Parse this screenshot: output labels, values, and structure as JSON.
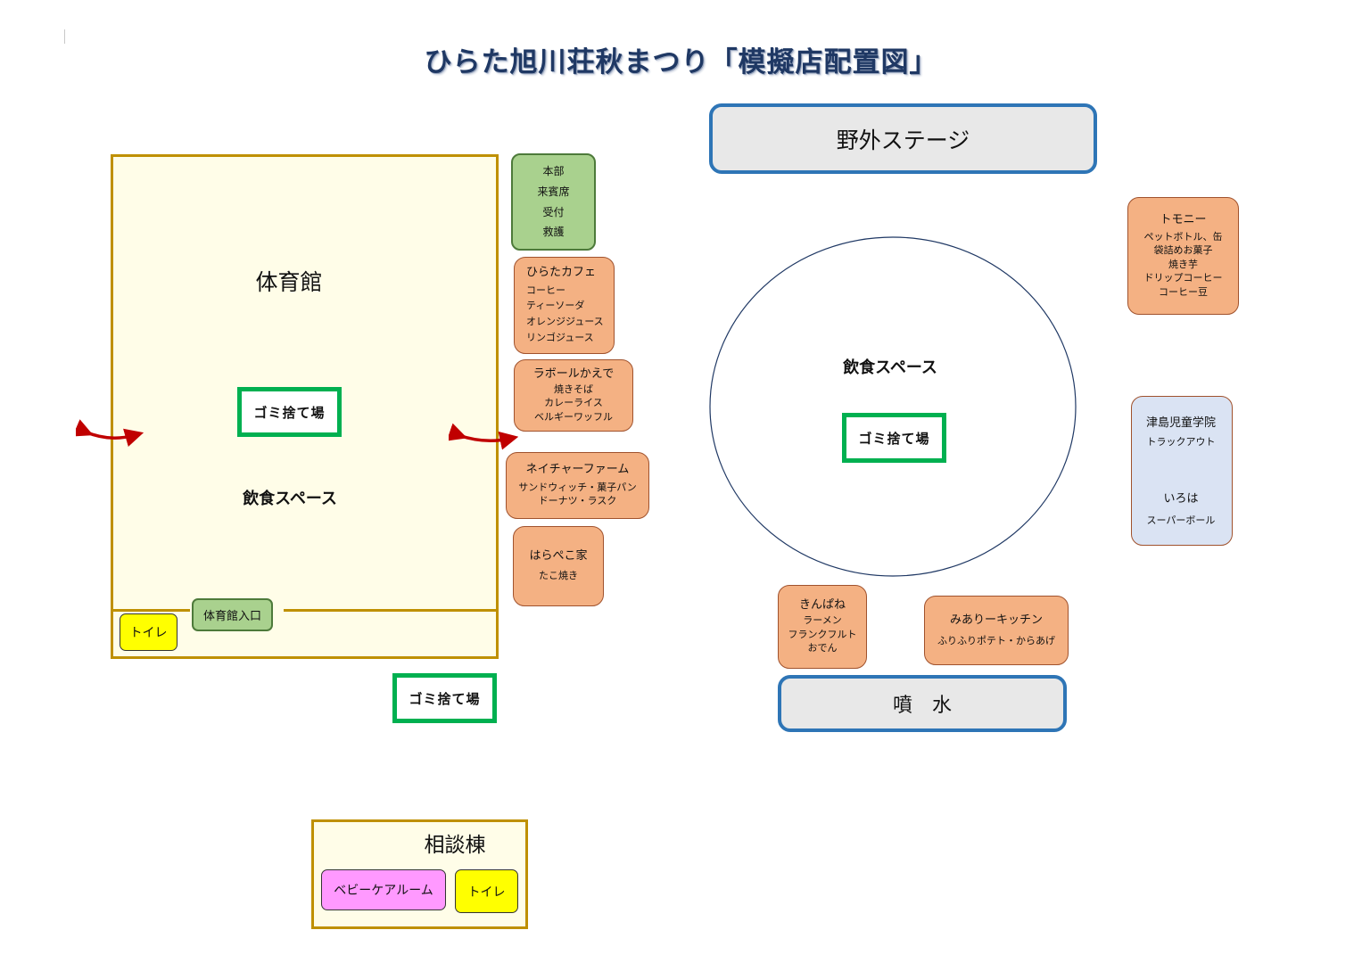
{
  "title": "ひらた旭川荘秋まつり「模擬店配置図」",
  "colors": {
    "title": "#1f3864",
    "building_border": "#bf9000",
    "building_fill": "#fffde8",
    "trash_border": "#00b050",
    "food_stall": "#f4b183",
    "hq": "#a9d18e",
    "toilet": "#ffff00",
    "baby_room": "#ff99ff",
    "stage_border": "#2e75b6",
    "arrow": "#c00000"
  },
  "gym": {
    "name": "体育館",
    "eating_space": "飲食スペース",
    "trash": "ゴミ捨て場",
    "entrance": "体育館入口",
    "toilet": "トイレ"
  },
  "outside_trash": "ゴミ捨て場",
  "hq": {
    "lines": [
      "本部",
      "来賓席",
      "受付",
      "救護"
    ]
  },
  "stalls_left": [
    {
      "name": "ひらたカフェ",
      "items": [
        "コーヒー",
        "ティーソーダ",
        "オレンジジュース",
        "リンゴジュース"
      ]
    },
    {
      "name": "ラボールかえで",
      "items": [
        "焼きそば",
        "カレーライス",
        "ベルギーワッフル"
      ]
    },
    {
      "name": "ネイチャーファーム",
      "items": [
        "サンドウィッチ・菓子パン",
        "ドーナツ・ラスク"
      ]
    },
    {
      "name": "はらぺこ家",
      "items": [
        "たこ焼き"
      ]
    }
  ],
  "stage": "野外ステージ",
  "plaza": {
    "eating_space": "飲食スペース",
    "trash": "ゴミ捨て場"
  },
  "stalls_right": [
    {
      "name": "トモニー",
      "items": [
        "ペットボトル、缶",
        "袋詰めお菓子",
        "焼き芋",
        "ドリップコーヒー",
        "コーヒー豆"
      ]
    },
    {
      "name": "津島児童学院",
      "items": [
        "トラックアウト"
      ],
      "name2": "いろは",
      "items2": [
        "スーパーボール"
      ]
    }
  ],
  "stalls_bottom": [
    {
      "name": "きんぱね",
      "items": [
        "ラーメン",
        "フランクフルト",
        "おでん"
      ]
    },
    {
      "name": "みありーキッチン",
      "items": [
        "ふりふりポテト・からあげ"
      ]
    }
  ],
  "fountain": "噴　水",
  "consultation": {
    "name": "相談棟",
    "baby_room": "ベビーケアルーム",
    "toilet": "トイレ"
  }
}
